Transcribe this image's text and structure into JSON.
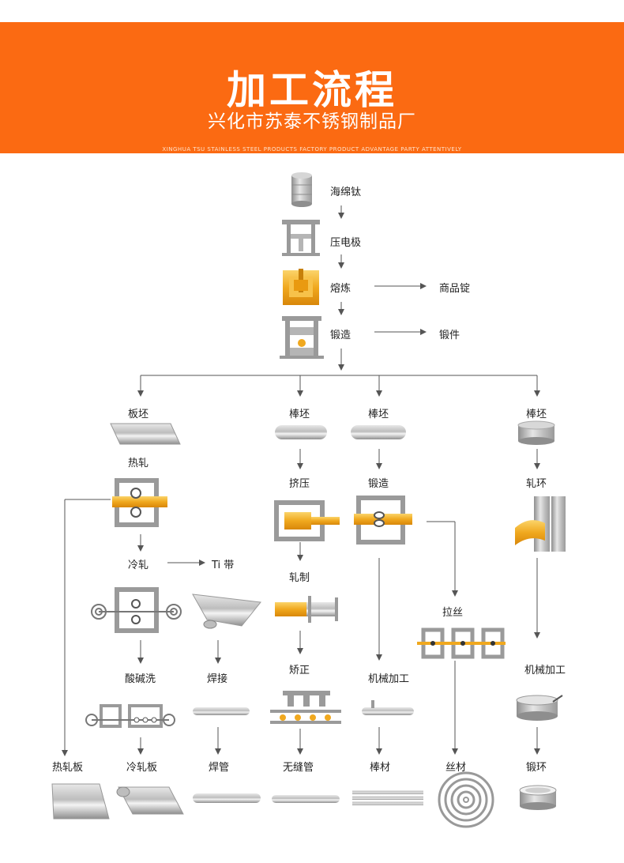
{
  "header": {
    "title": "加工流程",
    "subtitle": "兴化市苏泰不锈钢制品厂",
    "tagline": "XINGHUA TSU STAINLESS STEEL PRODUCTS FACTORY PRODUCT ADVANTAGE PARTY ATTENTIVELY"
  },
  "colors": {
    "banner": "#fb6a12",
    "gold": "#f0a81e",
    "grey": "#9a9a9a",
    "arrow": "#555555"
  },
  "steps": {
    "sponge_ti": "海绵钛",
    "press_electrode": "压电极",
    "smelting": "熔炼",
    "commercial_ingot": "商品锭",
    "forging": "锻造",
    "forging_piece": "锻件",
    "slab": "板坯",
    "bar_billet_1": "棒坯",
    "bar_billet_2": "棒坯",
    "bar_billet_3": "棒坯",
    "hot_rolling": "热轧",
    "extrusion": "挤压",
    "forging_2": "锻造",
    "ring_rolling": "轧环",
    "cold_rolling": "冷轧",
    "ti_strip": "Ti 带",
    "rolling": "轧制",
    "wire_drawing": "拉丝",
    "pickling": "酸碱洗",
    "welding": "焊接",
    "straightening": "矫正",
    "machining_1": "机械加工",
    "machining_2": "机械加工",
    "hot_rolled_plate": "热轧板",
    "cold_rolled_plate": "冷轧板",
    "welded_pipe": "焊管",
    "seamless_pipe": "无缝管",
    "bar": "棒材",
    "wire": "丝材",
    "forged_ring": "锻环"
  }
}
